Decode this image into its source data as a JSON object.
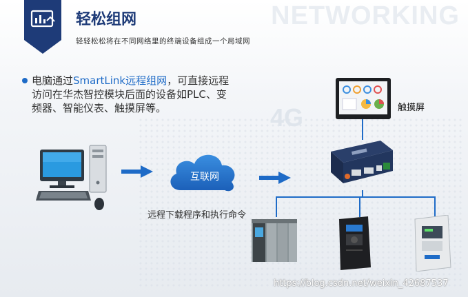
{
  "header": {
    "title": "轻松组网",
    "subtitle": "轻轻松松将在不同网络里的终端设备组成一个局域网",
    "background_word": "NETWORKING",
    "badge_color": "#1e3b78"
  },
  "description": {
    "prefix": "电脑通过",
    "highlight": "SmartLink远程组网",
    "suffix": "，可直接远程访问在华杰智控模块后面的设备如PLC、变频器、智能仪表、触摸屏等。"
  },
  "diagram": {
    "cloud_label": "互联网",
    "command_label": "远程下载程序和执行命令",
    "touchscreen_label": "触摸屏",
    "background_text": "4G",
    "accent_color": "#1e6bc7"
  },
  "watermark": "https://blog.csdn.net/weixin_42687537"
}
